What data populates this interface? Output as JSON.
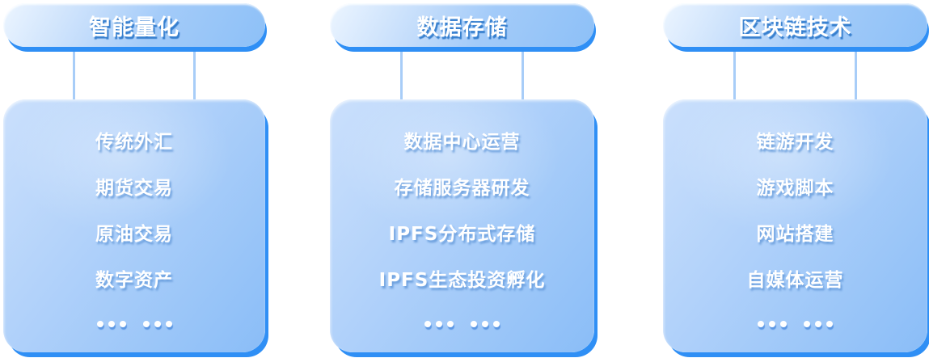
{
  "diagram": {
    "background": "#ffffff",
    "colors": {
      "edge_blue": "#2f8ff5",
      "pill_fill_light": "#ecf5ff",
      "pill_fill_dark": "#8dc0f7",
      "panel_fill_light": "#cbe0fc",
      "panel_fill_dark": "#8abdf7",
      "connector_line": "#a8cdf8",
      "text": "#ffffff",
      "title_shadow": "#2976c9"
    },
    "columns": [
      {
        "title": "智能量化",
        "items": [
          "传统外汇",
          "期货交易",
          "原油交易",
          "数字资产"
        ],
        "more": "... ..."
      },
      {
        "title": "数据存储",
        "items": [
          "数据中心运营",
          "存储服务器研发",
          "IPFS分布式存储",
          "IPFS生态投资孵化"
        ],
        "more": "... ..."
      },
      {
        "title": "区块链技术",
        "items": [
          "链游开发",
          "游戏脚本",
          "网站搭建",
          "自媒体运营"
        ],
        "more": "... ..."
      }
    ]
  }
}
